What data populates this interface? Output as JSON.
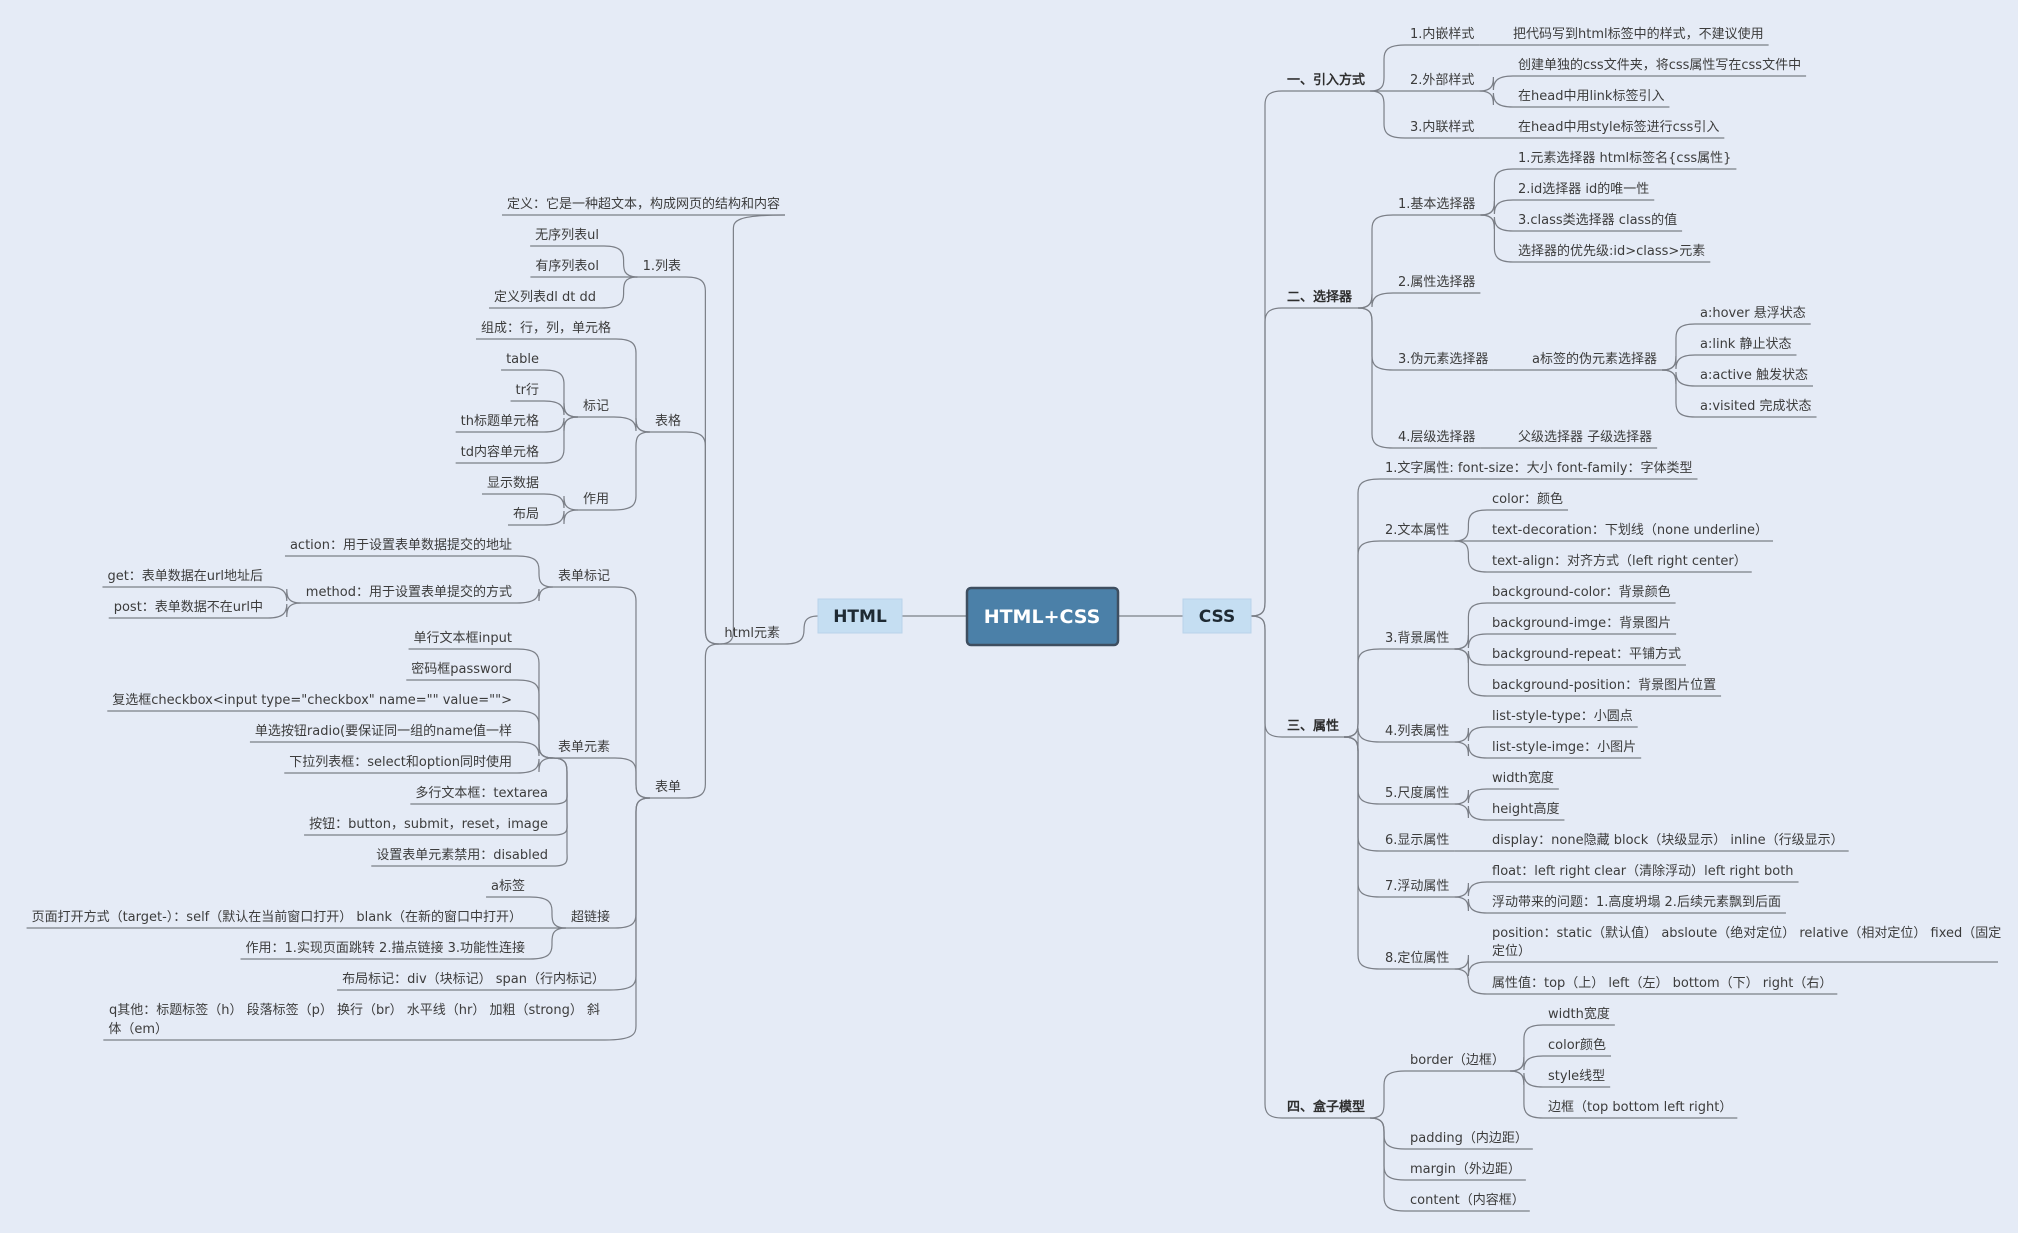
{
  "root": "HTML+CSS",
  "html": "HTML",
  "css": "CSS",
  "L": {
    "html_elem": "html元素",
    "def": "定义：它是一种超文本，构成网页的结构和内容",
    "list": "1.列表",
    "ul": "无序列表ul",
    "ol": "有序列表ol",
    "dl": "定义列表dl   dt   dd",
    "table": "表格",
    "tcomp": "组成：行，列，单元格",
    "mark": "标记",
    "ttable": "table",
    "tr": "tr行",
    "th": "th标题单元格",
    "td": "td内容单元格",
    "use": "作用",
    "show": "显示数据",
    "layout": "布局",
    "form": "表单",
    "fmark": "表单标记",
    "action": "action：用于设置表单数据提交的地址",
    "method": "method：用于设置表单提交的方式",
    "get": "get：表单数据在url地址后",
    "post": "post：表单数据不在url中",
    "felem": "表单元素",
    "f1": "单行文本框input",
    "f2": "密码框password",
    "f3": "复选框checkbox<input type=\"checkbox\" name=\"\" value=\"\">",
    "f4": "单选按钮radio(要保证同一组的name值一样",
    "f5": "下拉列表框：select和option同时使用",
    "f6": "多行文本框：textarea",
    "f7": "按钮：button，submit，reset，image",
    "f8": "设置表单元素禁用：disabled",
    "link": "超链接",
    "a": "a标签",
    "target": "页面打开方式（target-）：self（默认在当前窗口打开）   blank（在新的窗口中打开）",
    "luse": "作用：1.实现页面跳转 2.描点链接 3.功能性连接",
    "blk": "布局标记：div（块标记） span（行内标记）",
    "other1": "q其他：标题标签（h） 段落标签（p） 换行（br） 水平线（hr） 加粗（strong） 斜",
    "other2": "体（em）"
  },
  "R": {
    "intro": "一、引入方式",
    "i1": "1.内嵌样式",
    "i1a": "把代码写到html标签中的样式，不建议使用",
    "i2": "2.外部样式",
    "i2a": "创建单独的css文件夹，将css属性写在css文件中",
    "i2b": "在head中用link标签引入",
    "i3": "3.内联样式",
    "i3a": "在head中用style标签进行css引入",
    "sel": "二、选择器",
    "s1": "1.基本选择器",
    "s1a": "1.元素选择器    html标签名{css属性}",
    "s1b": "2.id选择器          id的唯一性",
    "s1c": "3.class类选择器       class的值",
    "s1d": "选择器的优先级:id>class>元素",
    "s2": "2.属性选择器",
    "s3": "3.伪元素选择器",
    "s3a": "a标签的伪元素选择器",
    "hover": "a:hover 悬浮状态",
    "alink": "a:link 静止状态",
    "active": "a:active 触发状态",
    "visited": "a:visited 完成状态",
    "s4": "4.层级选择器",
    "s4a": "父级选择器 子级选择器",
    "attr": "三、属性",
    "p1": "1.文字属性:  font-size：大小    font-family：字体类型",
    "p2": "2.文本属性",
    "color": "color：颜色",
    "tdec": "text-decoration：下划线（none underline）",
    "talign": "text-align：对齐方式（left right center）",
    "p3": "3.背景属性",
    "bgc": "background-color：背景颜色",
    "bgi": "background-imge：背景图片",
    "bgr": "background-repeat：平铺方式",
    "bgp": "background-position：背景图片位置",
    "p4": "4.列表属性",
    "lst": "list-style-type：小圆点",
    "lsi": "list-style-imge：小图片",
    "p5": "5.尺度属性",
    "w": "width宽度",
    "h": "height高度",
    "p6": "6.显示属性",
    "disp": "display：none隐藏  block（块级显示） inline（行级显示）",
    "p7": "7.浮动属性",
    "flt": "float：left   right      clear（清除浮动）left right both",
    "fltp": "浮动带来的问题：1.高度坍塌 2.后续元素飘到后面",
    "p8": "8.定位属性",
    "pos1": "position：static（默认值） absloute（绝对定位） relative（相对定位） fixed（固定",
    "pos2": "定位）",
    "posv": "属性值：top（上） left（左） bottom（下） right（右）",
    "box": "四、盒子模型",
    "border": "border（边框）",
    "bw": "width宽度",
    "bc": "color颜色",
    "bs": "style线型",
    "bside": "边框（top bottom left right）",
    "padding": "padding（内边距）",
    "margin": "margin（外边距）",
    "content": "content（内容框）"
  }
}
